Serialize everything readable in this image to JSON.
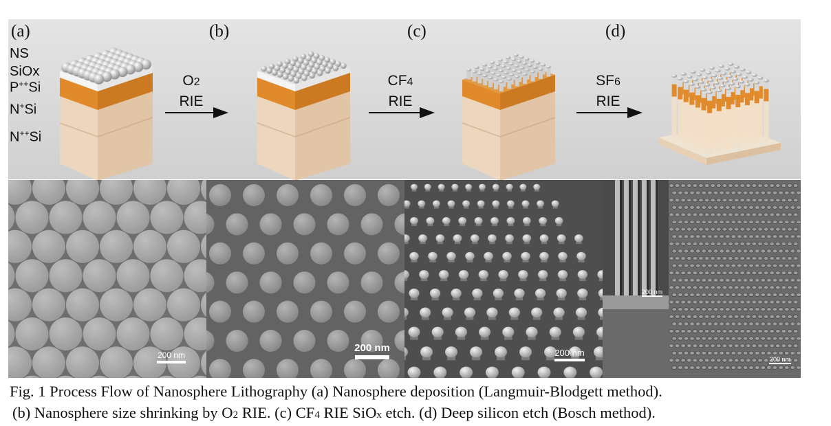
{
  "panels": [
    {
      "letter": "(a)"
    },
    {
      "letter": "(b)"
    },
    {
      "letter": "(c)"
    },
    {
      "letter": "(d)"
    }
  ],
  "layers": {
    "ns": "NS",
    "siox": "SiOx",
    "p_si": {
      "base": "P",
      "sup": "++",
      "tail": "Si"
    },
    "n_si": {
      "base": "N",
      "sup": "+",
      "tail": "Si"
    },
    "npp_si": {
      "base": "N",
      "sup": "++",
      "tail": "Si"
    }
  },
  "steps": [
    {
      "gas": "O",
      "gas_sub": "2",
      "process": "RIE"
    },
    {
      "gas": "CF",
      "gas_sub": "4",
      "process": "RIE"
    },
    {
      "gas": "SF",
      "gas_sub": "6",
      "process": "RIE"
    }
  ],
  "scalebars": [
    "200 nm",
    "200 nm",
    "200 nm",
    "200 nm",
    "200 nm"
  ],
  "caption": {
    "line1": "Fig. 1 Process Flow of Nanosphere Lithography (a) Nanosphere deposition (Langmuir-Blodgett method).",
    "line2_a": "(b) Nanosphere size shrinking by O",
    "line2_b": "2",
    "line2_c": " RIE. (c) CF",
    "line2_d": "4",
    "line2_e": " RIE SiO",
    "line2_f": "x",
    "line2_g": " etch. (d) Deep silicon etch (Bosch method)."
  },
  "colors": {
    "orange_layer": "#e08a2c",
    "substrate": "#ecd6bd",
    "oxide": "#f4f4f4",
    "sphere": "#c9c9c9"
  }
}
